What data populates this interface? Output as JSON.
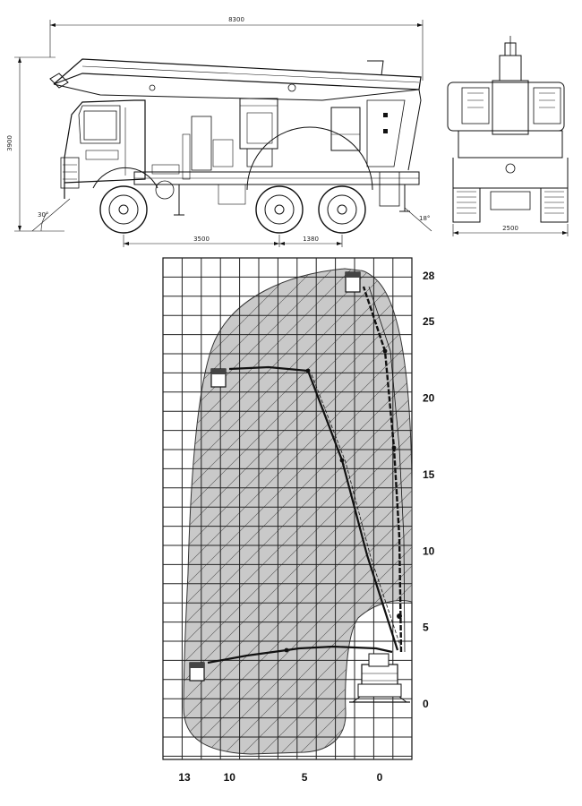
{
  "dimensions": {
    "overall_length": "8300",
    "overall_height": "3900",
    "wheelbase": "3500",
    "tandem_spacing": "1380",
    "overall_width": "2500",
    "approach_angle": "30°",
    "departure_angle": "18°"
  },
  "working_range": {
    "height_labels": [
      "28",
      "25",
      "20",
      "15",
      "10",
      "5",
      "0"
    ],
    "outreach_labels": [
      "13",
      "10",
      "5",
      "0"
    ]
  }
}
